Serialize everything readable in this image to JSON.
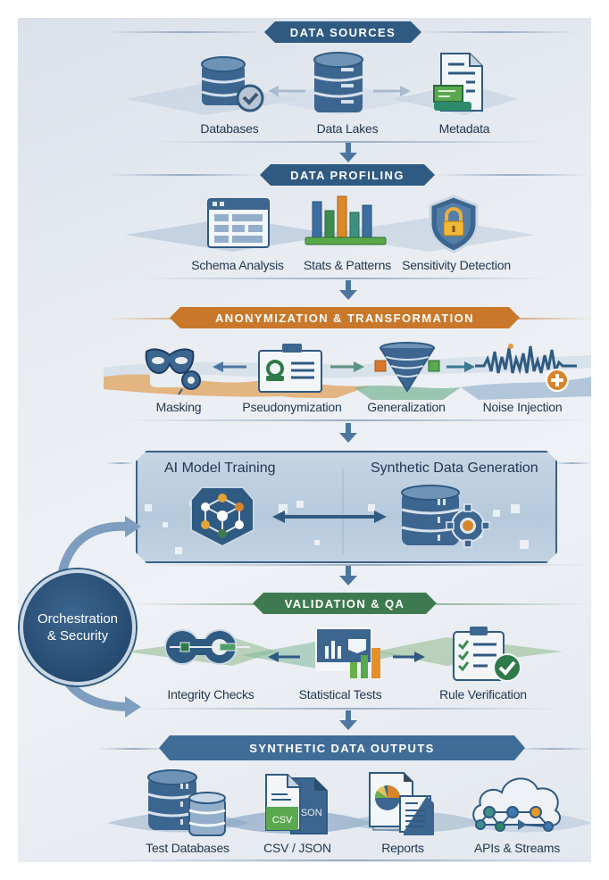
{
  "colors": {
    "primary_blue": "#2f5a82",
    "accent_orange": "#c9782b",
    "accent_green": "#3e7a4f",
    "text_dark": "#1f3550"
  },
  "stages": {
    "data_sources": {
      "title": "DATA SOURCES",
      "items": [
        {
          "label": "Databases",
          "icon": "database-check-icon"
        },
        {
          "label": "Data Lakes",
          "icon": "data-lake-server-icon"
        },
        {
          "label": "Metadata",
          "icon": "metadata-document-icon"
        }
      ]
    },
    "data_profiling": {
      "title": "DATA PROFILING",
      "items": [
        {
          "label": "Schema Analysis",
          "icon": "schema-table-icon"
        },
        {
          "label": "Stats & Patterns",
          "icon": "bar-chart-icon"
        },
        {
          "label": "Sensitivity Detection",
          "icon": "shield-lock-icon"
        }
      ]
    },
    "anonymization": {
      "title": "ANONYMIZATION & TRANSFORMATION",
      "items": [
        {
          "label": "Masking",
          "icon": "mask-icon"
        },
        {
          "label": "Pseudonymization",
          "icon": "id-card-icon"
        },
        {
          "label": "Generalization",
          "icon": "funnel-icon"
        },
        {
          "label": "Noise Injection",
          "icon": "noise-waveform-icon"
        }
      ]
    },
    "model": {
      "left_title": "AI Model Training",
      "right_title": "Synthetic Data Generation",
      "left_icon": "neural-network-icon",
      "right_icon": "database-gear-icon"
    },
    "orchestration": {
      "line1": "Orchestration",
      "line2": "& Security"
    },
    "validation": {
      "title": "VALIDATION & QA",
      "items": [
        {
          "label": "Integrity Checks",
          "icon": "integrity-link-icon"
        },
        {
          "label": "Statistical Tests",
          "icon": "statistics-dashboard-icon"
        },
        {
          "label": "Rule Verification",
          "icon": "clipboard-check-icon"
        }
      ]
    },
    "outputs": {
      "title": "SYNTHETIC DATA OUTPUTS",
      "items": [
        {
          "label": "Test Databases",
          "icon": "test-databases-icon"
        },
        {
          "label": "CSV / JSON",
          "icon": "csv-json-files-icon"
        },
        {
          "label": "Reports",
          "icon": "reports-icon"
        },
        {
          "label": "APIs & Streams",
          "icon": "cloud-api-icon"
        }
      ],
      "csv_tag": "CSV",
      "json_tag": "JSON"
    }
  }
}
